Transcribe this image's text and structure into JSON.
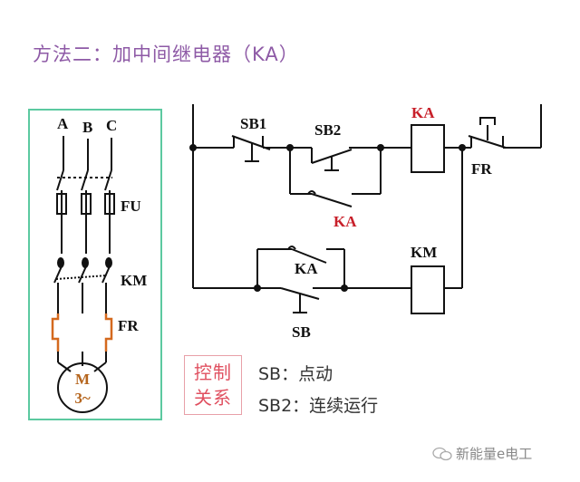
{
  "title": "方法二：加中间继电器（KA）",
  "main_circuit": {
    "phase_a": "A",
    "phase_b": "B",
    "phase_c": "C",
    "fuse": "FU",
    "contactor": "KM",
    "overload": "FR",
    "motor_m": "M",
    "motor_3": "3~"
  },
  "control_circuit": {
    "sb1": "SB1",
    "sb2": "SB2",
    "ka_coil": "KA",
    "fr": "FR",
    "ka_contact_top": "KA",
    "km_coil": "KM",
    "ka_contact_bottom": "KA",
    "sb": "SB"
  },
  "legend": {
    "title_line1": "控制",
    "title_line2": "关系",
    "line1": "SB：点动",
    "line2": "SB2：连续运行"
  },
  "watermark": "新能量e电工",
  "colors": {
    "title": "#8e5aa6",
    "frame": "#5cc9a0",
    "red_label": "#c8202a",
    "fr_orange": "#d4691e"
  }
}
